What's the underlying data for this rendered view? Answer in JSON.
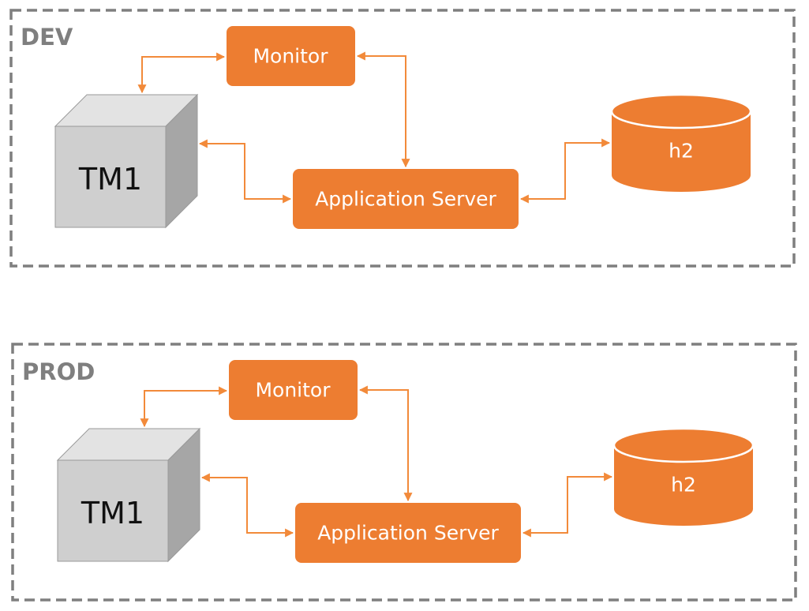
{
  "colors": {
    "accent": "#ed7d31",
    "connector": "#f28a3a",
    "frame": "#7f7f7f",
    "cube_front": "#cfcfcf",
    "cube_top": "#e3e3e3",
    "cube_side": "#a6a6a6"
  },
  "environments": [
    {
      "label": "DEV",
      "monitor_label": "Monitor",
      "app_server_label": "Application Server",
      "database_label": "h2",
      "server_label": "TM1"
    },
    {
      "label": "PROD",
      "monitor_label": "Monitor",
      "app_server_label": "Application Server",
      "database_label": "h2",
      "server_label": "TM1"
    }
  ]
}
